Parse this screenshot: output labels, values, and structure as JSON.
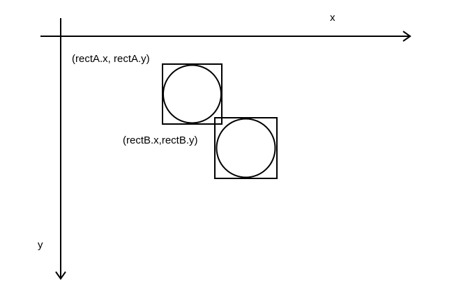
{
  "axes": {
    "x_label": "x",
    "y_label": "y"
  },
  "labels": {
    "rect_a": "(rectA.x, rectA.y)",
    "rect_b": "(rectB.x,rectB.y)"
  },
  "colors": {
    "stroke": "#000000",
    "background": "#ffffff"
  }
}
